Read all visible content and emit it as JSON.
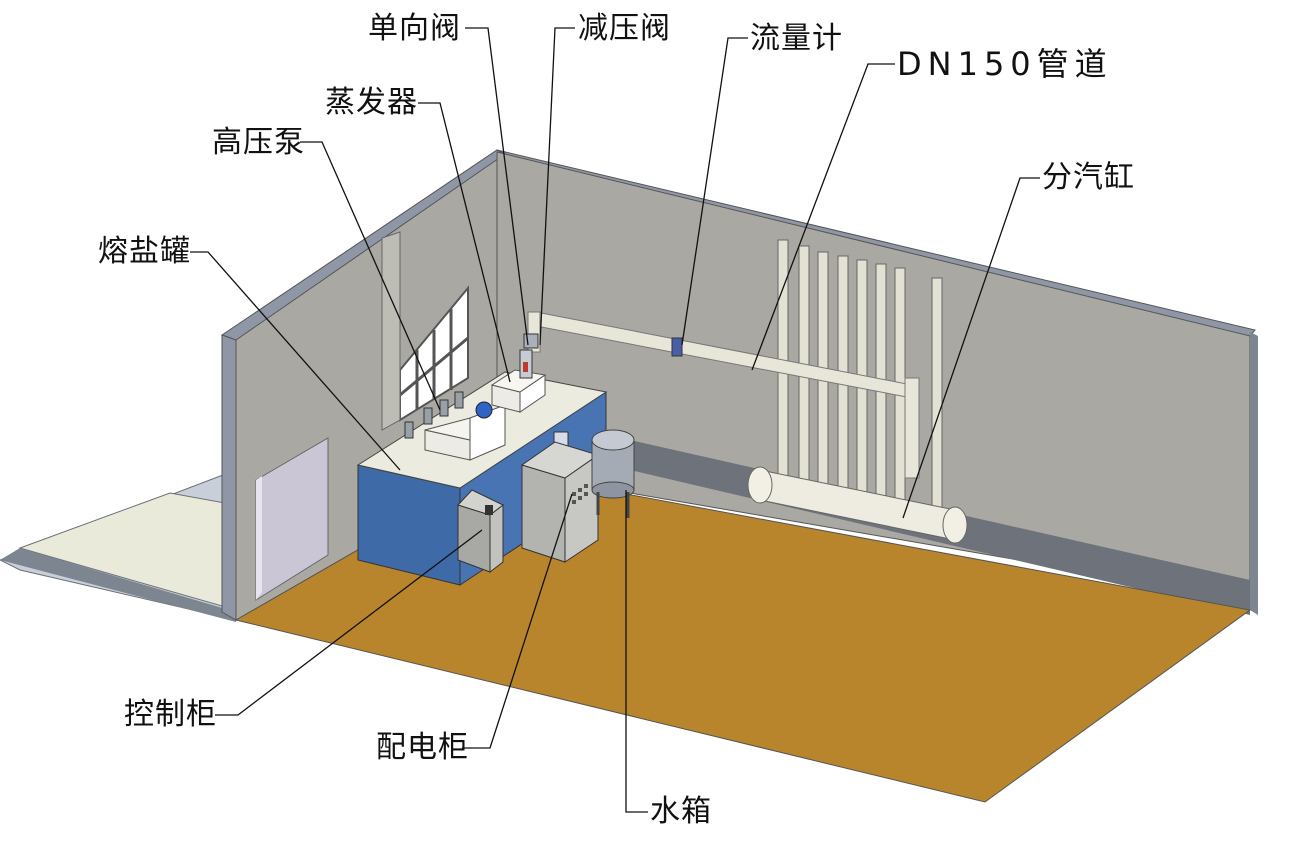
{
  "labels": {
    "check_valve": "单向阀",
    "pressure_reducing_valve": "减压阀",
    "flow_meter": "流量计",
    "pipe": "DN150管道",
    "evaporator": "蒸发器",
    "high_pressure_pump": "高压泵",
    "steam_header": "分汽缸",
    "molten_salt_tank": "熔盐罐",
    "control_cabinet": "控制柜",
    "distribution_cabinet": "配电柜",
    "water_tank": "水箱"
  },
  "colors": {
    "floor": "#b8842c",
    "wall": "#a9a8a2",
    "wall_top": "#8f97a6",
    "tank_body": "#3f6aa8",
    "tank_top": "#ecebe0",
    "cabinet": "#b3b3b0",
    "pipe": "#e8e6d8",
    "leader_line": "#111111"
  }
}
